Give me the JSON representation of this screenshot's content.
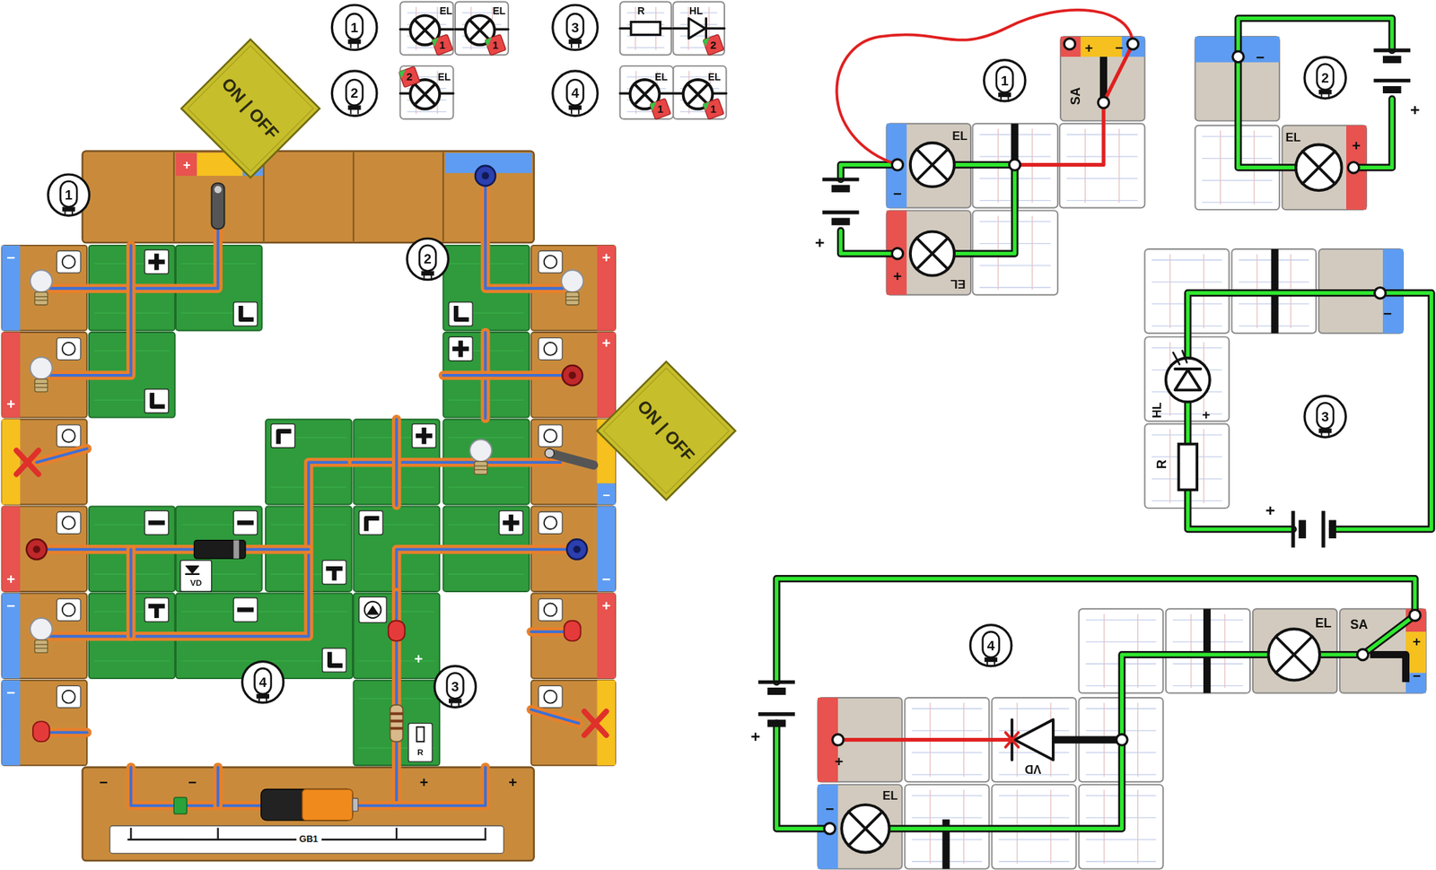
{
  "diagram": {
    "nodes": [
      {
        "text": [
          "ON | OFF"
        ]
      },
      {
        "text": [
          "1"
        ]
      },
      {
        "text": [
          "2"
        ]
      },
      {
        "text": [
          "3"
        ]
      },
      {
        "text": [
          "4"
        ]
      },
      {
        "text": [
          "1"
        ]
      },
      {
        "text": [
          "2"
        ]
      },
      {
        "text": [
          "ON | OFF"
        ]
      },
      {
        "text": [
          "4"
        ]
      },
      {
        "text": [
          "3"
        ]
      },
      {
        "text": [
          "1"
        ]
      },
      {
        "text": [
          "2"
        ]
      },
      {
        "text": [
          "3"
        ]
      },
      {
        "text": [
          "4"
        ]
      }
    ],
    "labels": [
      "EL",
      "1",
      "EL",
      "1",
      "2",
      "EL",
      "R",
      "HL",
      "2",
      "EL",
      "1",
      "EL",
      "1",
      "+",
      "−",
      "+",
      "+",
      "−",
      "−",
      "+",
      "+",
      "−",
      "−",
      "+",
      "VD",
      "+",
      "R",
      "−",
      "−",
      "+",
      "+",
      "GB1",
      "+",
      "−",
      "SA",
      "EL",
      "−",
      "+",
      "EL",
      "+",
      "−",
      "EL",
      "+",
      "+",
      "−",
      "HL",
      "+",
      "R",
      "+",
      "EL",
      "SA",
      "+",
      "−",
      "VD",
      "+",
      "−",
      "EL",
      "+"
    ]
  }
}
